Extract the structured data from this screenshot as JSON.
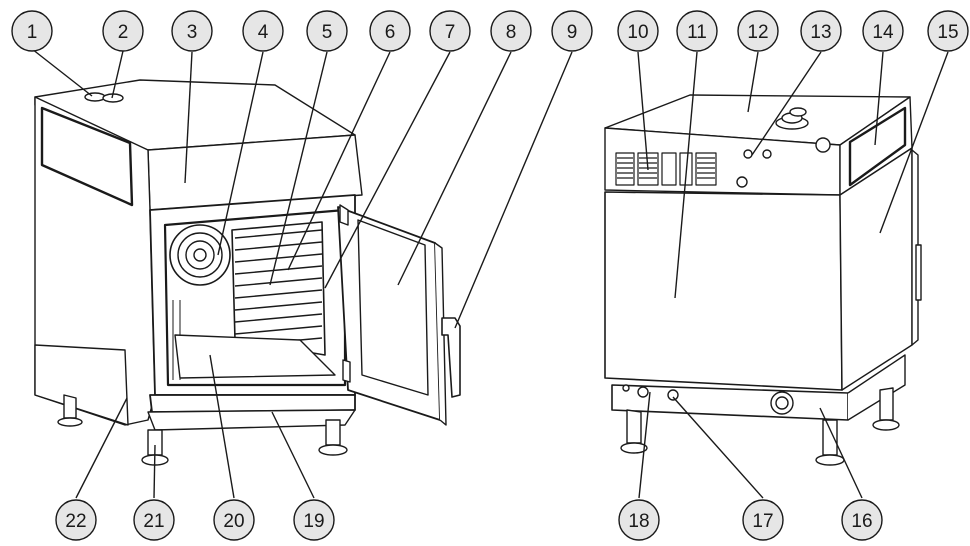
{
  "callouts": [
    {
      "label": "1"
    },
    {
      "label": "2"
    },
    {
      "label": "3"
    },
    {
      "label": "4"
    },
    {
      "label": "5"
    },
    {
      "label": "6"
    },
    {
      "label": "7"
    },
    {
      "label": "8"
    },
    {
      "label": "9"
    },
    {
      "label": "10"
    },
    {
      "label": "11"
    },
    {
      "label": "12"
    },
    {
      "label": "13"
    },
    {
      "label": "14"
    },
    {
      "label": "15"
    },
    {
      "label": "16"
    },
    {
      "label": "17"
    },
    {
      "label": "18"
    },
    {
      "label": "19"
    },
    {
      "label": "20"
    },
    {
      "label": "21"
    },
    {
      "label": "22"
    }
  ],
  "colors": {
    "line": "#1a1a1a",
    "callout_fill": "#e6e6e6",
    "body_fill": "#ffffff"
  }
}
